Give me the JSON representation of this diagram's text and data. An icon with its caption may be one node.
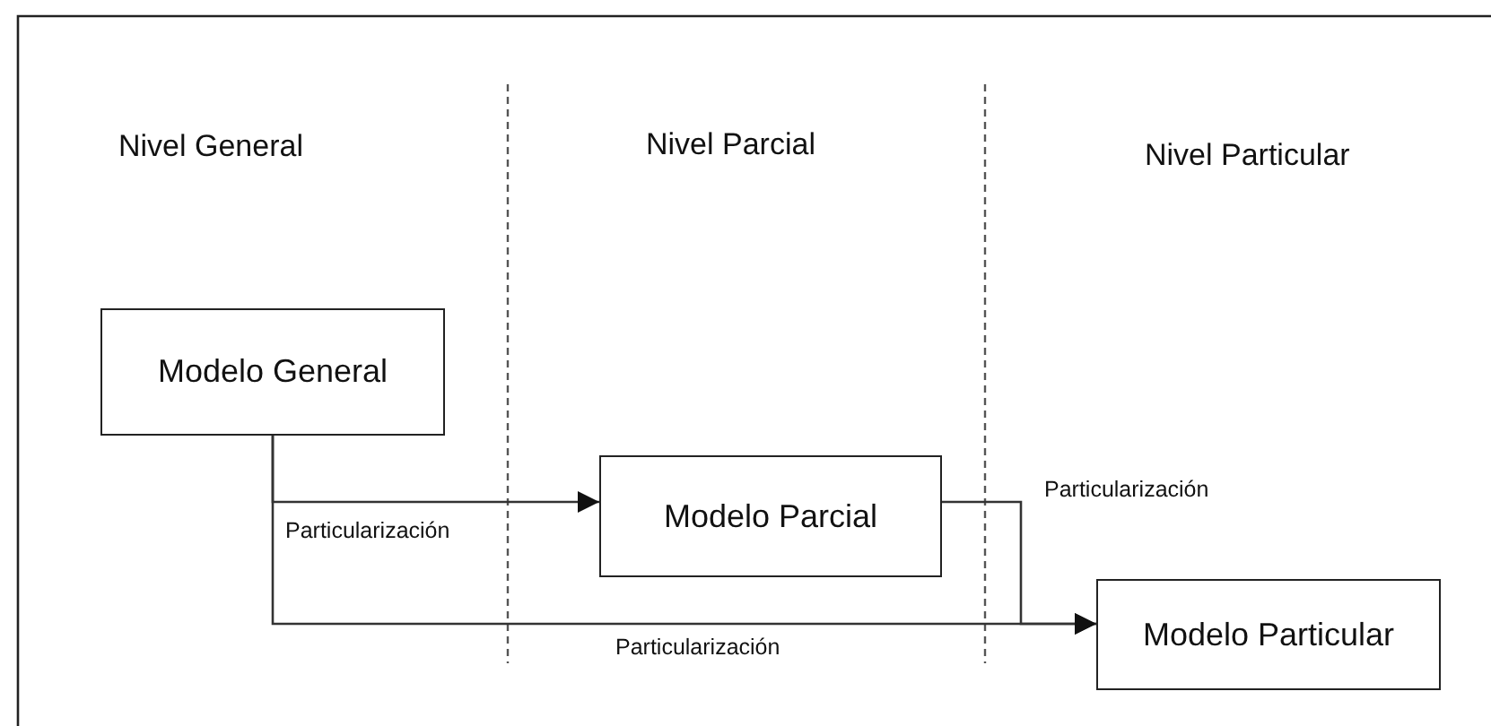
{
  "diagram": {
    "nodes": [
      {
        "text": [
          "Modelo General"
        ]
      },
      {
        "text": [
          "Modelo Parcial"
        ]
      },
      {
        "text": [
          "Modelo Particular"
        ]
      }
    ],
    "edges": [
      {
        "from": 0,
        "to": 1,
        "arrow": "to",
        "label": "Particularización"
      },
      {
        "from": 0,
        "to": 2,
        "arrow": "to",
        "label": "Particularización"
      },
      {
        "from": 1,
        "to": 2,
        "arrow": "to",
        "label": "Particularización"
      }
    ],
    "labels": [
      "Nivel General",
      "Nivel Parcial",
      "Nivel Particular"
    ]
  }
}
